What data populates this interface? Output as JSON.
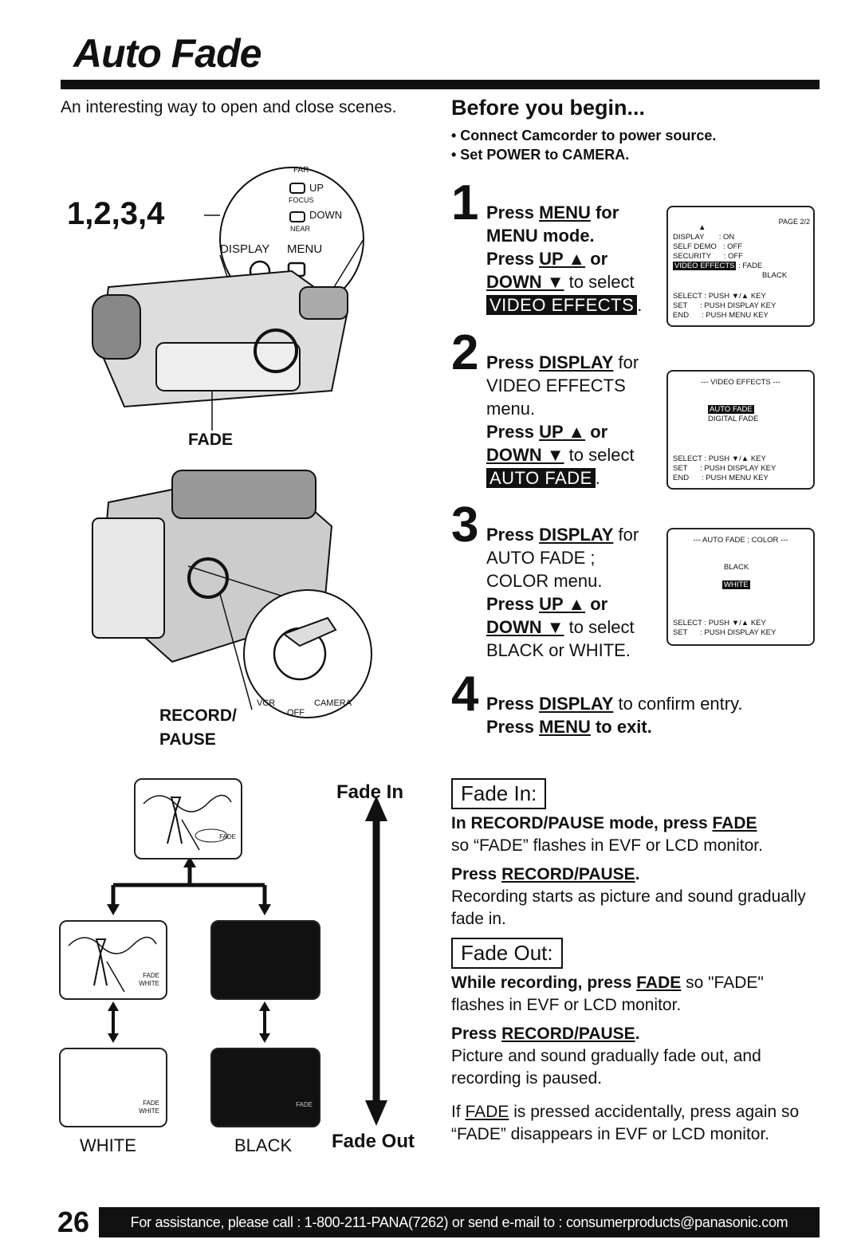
{
  "title": "Auto Fade",
  "intro": "An interesting way to open and close scenes.",
  "illustration": {
    "step_numbers": "1,2,3,4",
    "up": "UP",
    "down": "DOWN",
    "far": "FAR",
    "focus": "FOCUS",
    "near": "NEAR",
    "display": "DISPLAY",
    "menu": "MENU",
    "fade": "FADE",
    "record_pause_1": "RECORD/",
    "record_pause_2": "PAUSE",
    "vcr": "VCR",
    "off": "OFF",
    "camera": "CAMERA"
  },
  "before_you_begin": {
    "title": "Before you begin...",
    "items": [
      "• Connect Camcorder to power source.",
      "• Set POWER to CAMERA."
    ]
  },
  "steps": [
    {
      "num": "1",
      "l1a": "Press ",
      "l1b": "MENU",
      "l1c": " for",
      "l2": "MENU mode.",
      "l3a": "Press ",
      "l3b": "UP ▲",
      "l3c": " or",
      "l4a": "DOWN ▼",
      "l4b": " to select",
      "sel": "VIDEO EFFECTS",
      "end": "."
    },
    {
      "num": "2",
      "l1a": "Press ",
      "l1b": "DISPLAY",
      "l1c": " for",
      "l2": "VIDEO EFFECTS",
      "l2b": "menu.",
      "l3a": "Press ",
      "l3b": "UP ▲",
      "l3c": " or",
      "l4a": "DOWN ▼",
      "l4b": " to select",
      "sel": "AUTO FADE",
      "end": "."
    },
    {
      "num": "3",
      "l1a": "Press ",
      "l1b": "DISPLAY",
      "l1c": " for",
      "l2": "AUTO FADE ;",
      "l2b": "COLOR menu.",
      "l3a": "Press ",
      "l3b": "UP ▲",
      "l3c": " or",
      "l4a": "DOWN ▼",
      "l4b": " to select",
      "l5": "BLACK or WHITE."
    },
    {
      "num": "4",
      "l1a": "Press ",
      "l1b": "DISPLAY",
      "l1c": " to confirm entry.",
      "l2a": "Press ",
      "l2b": "MENU",
      "l2c": " to exit."
    }
  ],
  "osd": {
    "s1": {
      "page": "PAGE 2/2",
      "arrow": "▲",
      "rows": [
        "DISPLAY       : ON",
        "SELF DEMO   : OFF",
        "SECURITY      : OFF"
      ],
      "hl": "VIDEO EFFECTS",
      "hl_val": " : FADE",
      "hl_val2": "BLACK",
      "foot": [
        "SELECT : PUSH ▼/▲ KEY",
        "SET      : PUSH DISPLAY KEY",
        "END      : PUSH MENU KEY"
      ]
    },
    "s2": {
      "head": "--- VIDEO EFFECTS ---",
      "hl": "AUTO FADE",
      "item2": "DIGITAL FADE",
      "foot": [
        "SELECT : PUSH ▼/▲ KEY",
        "SET      : PUSH DISPLAY KEY",
        "END      : PUSH MENU KEY"
      ]
    },
    "s3": {
      "head": "--- AUTO FADE ; COLOR ---",
      "item1": "BLACK",
      "hl": "WHITE",
      "foot": [
        "SELECT : PUSH ▼/▲ KEY",
        "SET      : PUSH DISPLAY KEY"
      ]
    }
  },
  "diagram": {
    "fade_in": "Fade In",
    "fade_out": "Fade Out",
    "white": "WHITE",
    "black": "BLACK",
    "fade_tag": "FADE",
    "white_tag": "WHITE"
  },
  "fade_in": {
    "heading": "Fade In:",
    "p1a": "In RECORD/PAUSE mode, press ",
    "p1b": "FADE",
    "p1c": "so “FADE” flashes in EVF or LCD monitor.",
    "p2a": "Press ",
    "p2b": "RECORD/PAUSE",
    "p2c": ".",
    "p3": "Recording starts as picture and sound gradually fade in."
  },
  "fade_out": {
    "heading": "Fade Out:",
    "p1a": "While recording, press ",
    "p1b": "FADE",
    "p1c": " so \"FADE\"",
    "p1d": "flashes in EVF or LCD monitor.",
    "p2a": "Press ",
    "p2b": "RECORD/PAUSE",
    "p2c": ".",
    "p3": "Picture and sound gradually fade out, and recording is paused.",
    "p4a": "If ",
    "p4b": "FADE",
    "p4c": " is pressed accidentally, press again so “FADE” disappears in EVF or LCD monitor."
  },
  "footer": {
    "page_number": "26",
    "text": "For assistance, please call : 1-800-211-PANA(7262) or send e-mail to : consumerproducts@panasonic.com"
  }
}
